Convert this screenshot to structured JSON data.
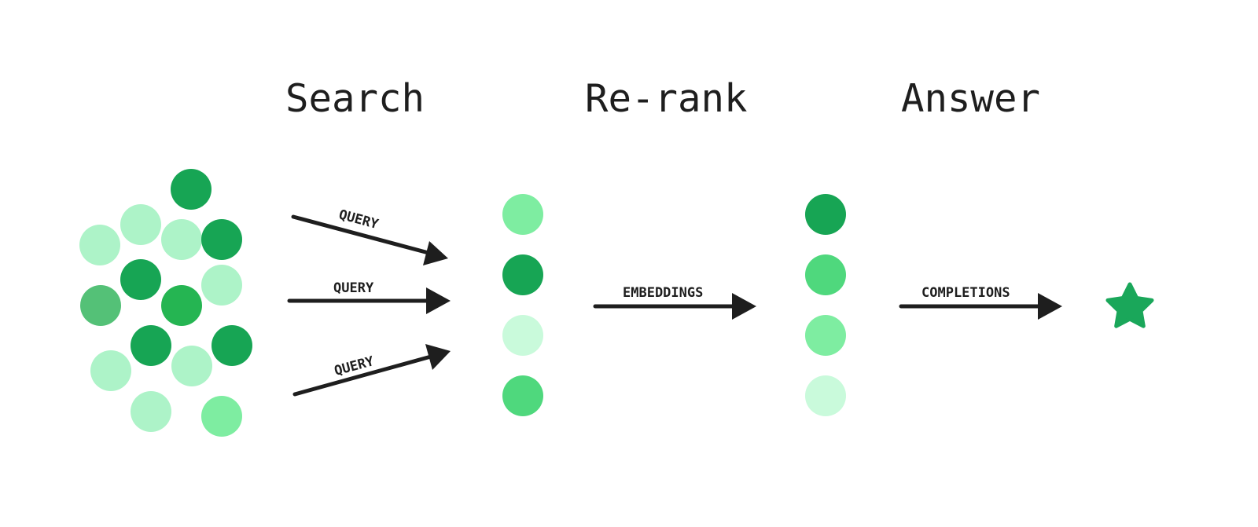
{
  "stages": {
    "search": {
      "title": "Search"
    },
    "rerank": {
      "title": "Re-rank"
    },
    "answer": {
      "title": "Answer"
    }
  },
  "arrows": {
    "query_top": "QUERY",
    "query_middle": "QUERY",
    "query_bottom": "QUERY",
    "embeddings": "EMBEDDINGS",
    "completions": "COMPLETIONS"
  },
  "colors": {
    "dark_green": "#17a554",
    "mid_green": "#4fd87d",
    "light_green": "#7eeda1",
    "pale_green": "#adf3c8",
    "very_pale_green": "#c9fadb",
    "muted_green": "#54c177",
    "bright_green": "#25b552",
    "star": "#1aa75a",
    "ink": "#1e1e1e"
  },
  "icons": {
    "answer": "star-icon"
  }
}
